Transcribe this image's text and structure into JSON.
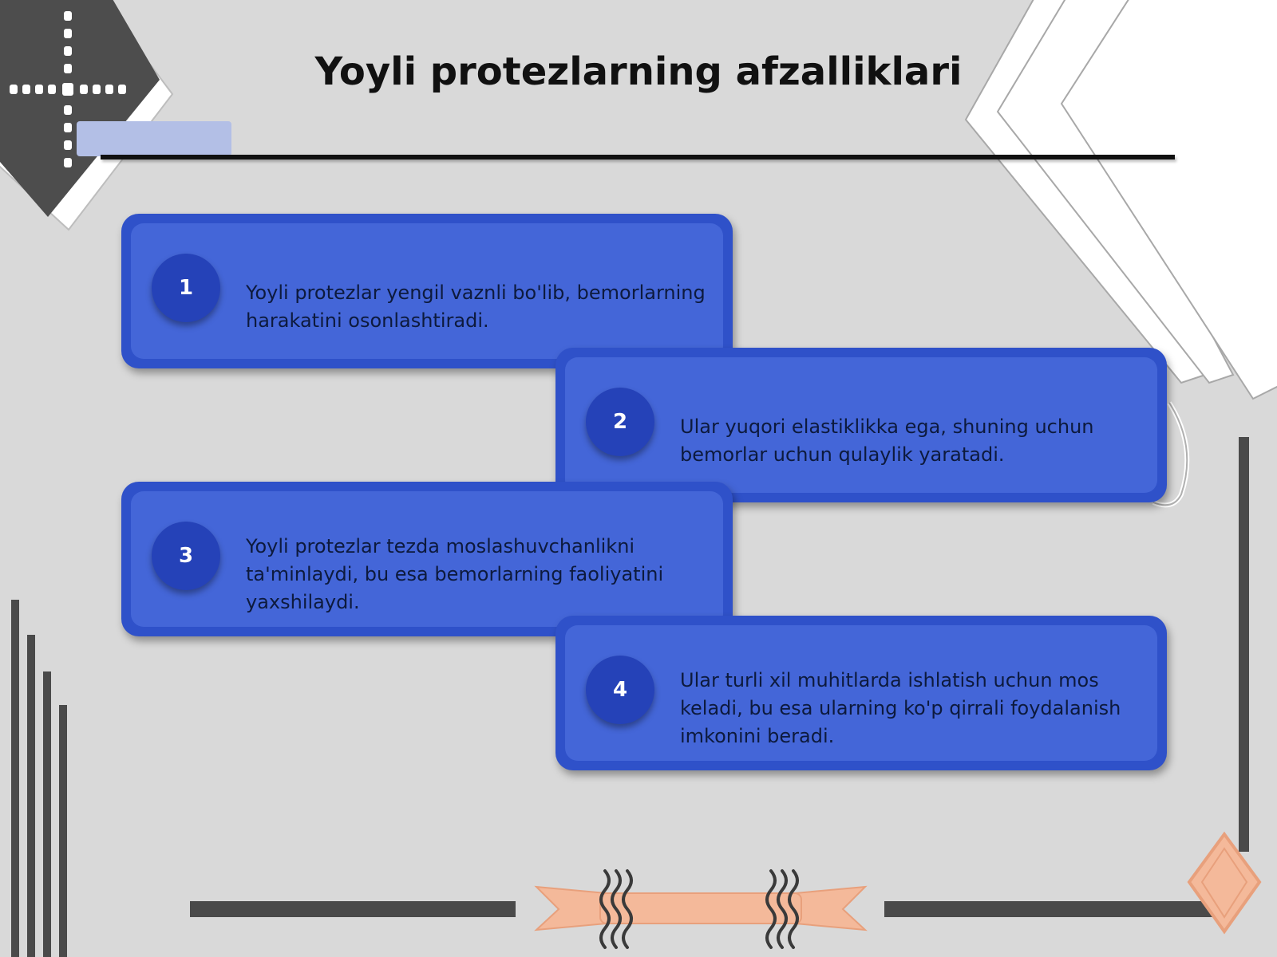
{
  "slide": {
    "title": "Yoyli protezlarning afzalliklari",
    "items": [
      {
        "number": "1",
        "text": "Yoyli protezlar yengil vaznli bo'lib, bemorlarning harakatini osonlashtiradi."
      },
      {
        "number": "2",
        "text": "Ular yuqori elastiklikka ega, shuning uchun bemorlar uchun qulaylik yaratadi."
      },
      {
        "number": "3",
        "text": "Yoyli protezlar tezda moslashuvchanlikni ta'minlaydi, bu esa bemorlarning faoliyatini yaxshilaydi."
      },
      {
        "number": "4",
        "text": "Ular turli xil muhitlarda ishlatish uchun mos keladi, bu esa ularning ko'p qirrali foydalanish imkonini beradi."
      }
    ]
  },
  "colors": {
    "background": "#d9d9d9",
    "card_border": "#2f51c9",
    "card_fill": "#4466d8",
    "badge": "#2542b8",
    "accent_peach": "#f4b99a"
  }
}
